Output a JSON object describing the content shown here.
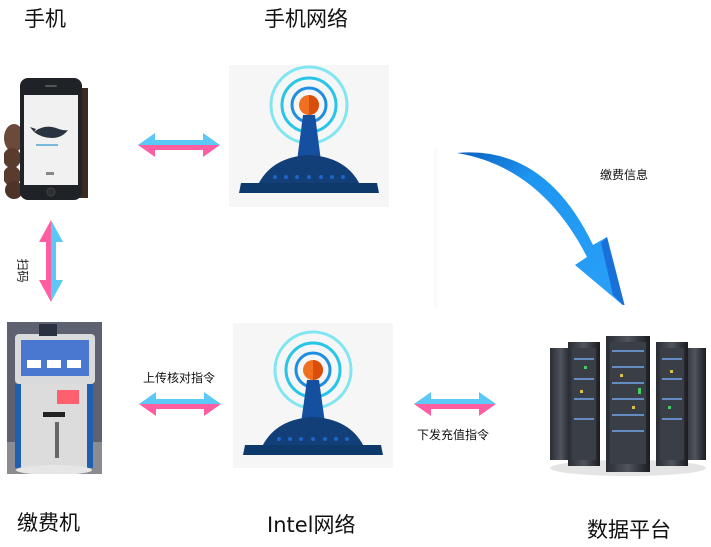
{
  "nodes": {
    "phone": {
      "label": "手机"
    },
    "mobile_network": {
      "label": "手机网络"
    },
    "kiosk": {
      "label": "缴费机"
    },
    "intel_network": {
      "label": "Intel网络"
    },
    "data_platform": {
      "label": "数据平台"
    }
  },
  "edges": {
    "phone_to_mobile_network": {
      "label": ""
    },
    "phone_to_kiosk": {
      "label": "扫码"
    },
    "kiosk_to_intel_network": {
      "label": "上传核对指令"
    },
    "intel_network_to_platform": {
      "label": "下发充值指令"
    },
    "mobile_network_to_platform": {
      "label": "缴费信息"
    }
  },
  "colors": {
    "arrow_pink": "#ff5fa2",
    "arrow_cyan": "#5bc8f5",
    "tower_dark": "#0e3a6b",
    "tower_mid": "#1550a0",
    "ring_outer": "#7fe6f2",
    "ring_inner": "#1e8fe0",
    "beacon": "#f07020",
    "curve_arrow": "#1e96f0"
  }
}
